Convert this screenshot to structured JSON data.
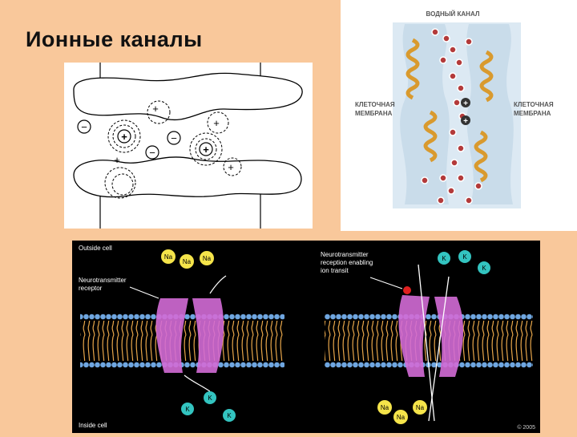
{
  "slide": {
    "title": "Ионные каналы"
  },
  "water_channel": {
    "title": "ВОДНЫЙ КАНАЛ",
    "left_label": [
      "КЛЕТОЧНАЯ",
      "МЕМБРАНА"
    ],
    "right_label": [
      "КЛЕТОЧНАЯ",
      "МЕМБРАНА"
    ],
    "plus": "+"
  },
  "schematic": {
    "plus": "+",
    "minus": "−"
  },
  "neuro": {
    "outside_label": "Outside cell",
    "inside_label": "Inside cell",
    "receptor_label": [
      "Neurotransmitter",
      "receptor"
    ],
    "reception_label": [
      "Neurotransmitter",
      "reception enabling",
      "ion transit"
    ],
    "na": "Na",
    "k": "K",
    "plus": "+",
    "credit": "© 2005"
  },
  "colors": {
    "background": "#f9c89b",
    "membrane_head": "#6fa6e0",
    "membrane_tail": "#e8a64a",
    "channel": "#d36bd6",
    "ion_fill": "#f5e44a",
    "k_fill": "#33c4c0",
    "helix": "#d99a2e"
  }
}
